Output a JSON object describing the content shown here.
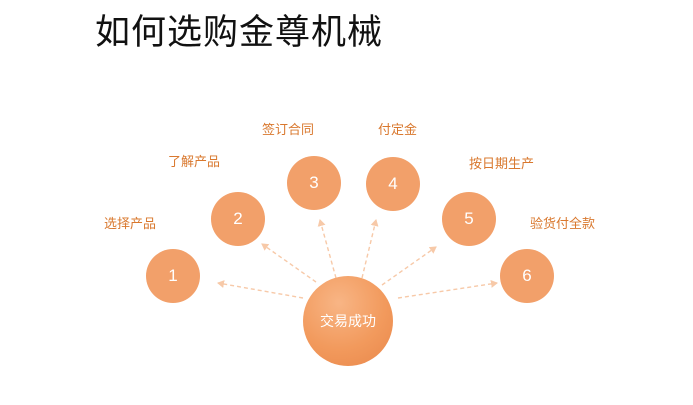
{
  "title": "如何选购金尊机械",
  "center": {
    "label": "交易成功"
  },
  "steps": [
    {
      "number": "1",
      "label": "选择产品"
    },
    {
      "number": "2",
      "label": "了解产品"
    },
    {
      "number": "3",
      "label": "签订合同"
    },
    {
      "number": "4",
      "label": "付定金"
    },
    {
      "number": "5",
      "label": "按日期生产"
    },
    {
      "number": "6",
      "label": "验货付全款"
    }
  ],
  "colors": {
    "circle": "#f2a06a",
    "label": "#d9782e",
    "arrow": "#f7c9a8"
  }
}
